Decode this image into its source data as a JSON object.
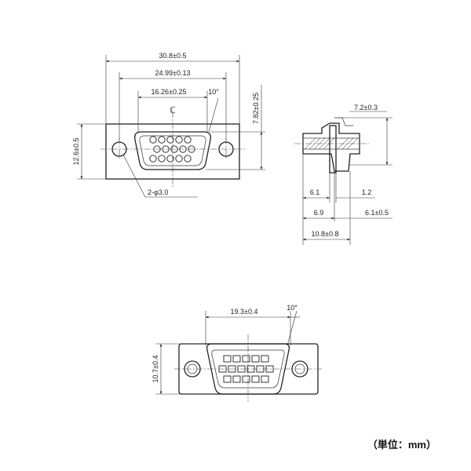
{
  "top_view": {
    "dim_overall": "30.8±0.5",
    "dim_holes": "24.99±0.13",
    "dim_shell": "16.26±0.25",
    "angle": "10°",
    "centerline": "ℂ",
    "height_outer": "12.6±0.5",
    "height_shell": "7.82±0.25",
    "holes": "2-φ3.0"
  },
  "side_view": {
    "d1": "7.2±0.3",
    "d2": "6.1",
    "d3": "1.2",
    "d4": "6.9",
    "d5": "6.1±0.5",
    "d6": "10.8±0.8"
  },
  "bottom_view": {
    "width": "19.3±0.4",
    "angle": "10°",
    "height": "10.7±0.4"
  },
  "unit_label": "（単位：mm）"
}
